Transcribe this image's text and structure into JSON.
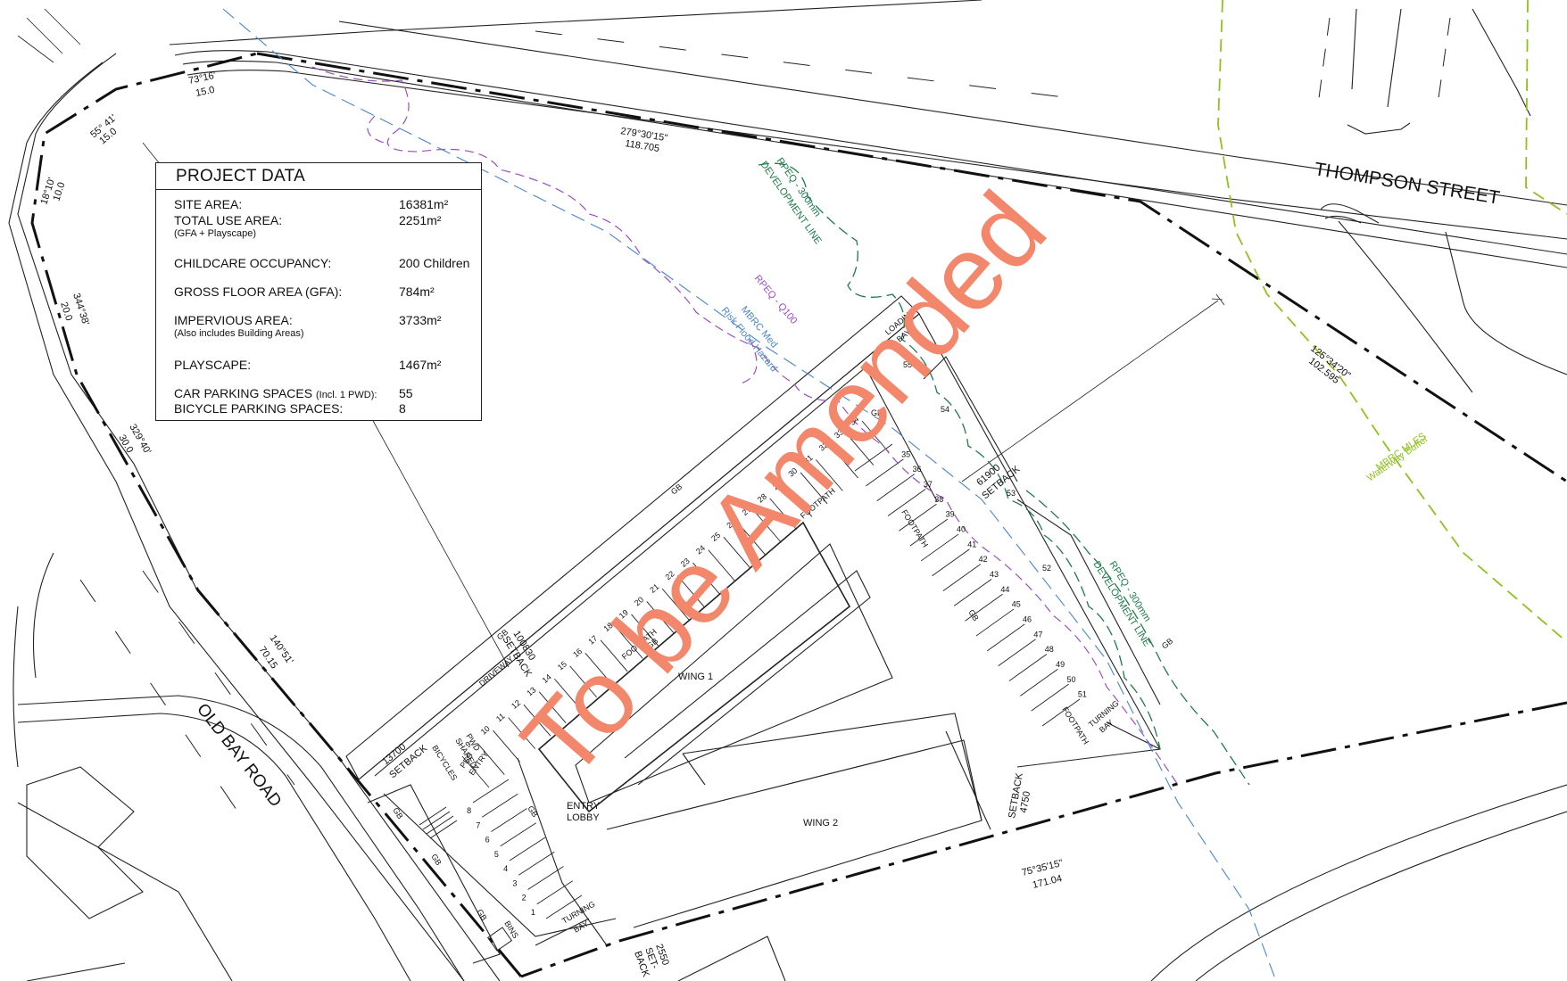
{
  "project_data": {
    "title": "PROJECT DATA",
    "rows": [
      {
        "label": "SITE AREA:",
        "value": "16381m²",
        "note": ""
      },
      {
        "label": "TOTAL USE AREA:",
        "value": "2251m²",
        "note": "(GFA + Playscape)"
      },
      {
        "label": "CHILDCARE OCCUPANCY:",
        "value": "200 Children",
        "note": ""
      },
      {
        "label": "GROSS FLOOR AREA (GFA):",
        "value": "784m²",
        "note": ""
      },
      {
        "label": "IMPERVIOUS AREA:",
        "value": "3733m²",
        "note": "(Also includes Building Areas)"
      },
      {
        "label": "PLAYSCAPE:",
        "value": "1467m²",
        "note": ""
      },
      {
        "label": "CAR PARKING SPACES",
        "label_small": "(Incl. 1 PWD):",
        "value": "55",
        "note": ""
      },
      {
        "label": "BICYCLE PARKING SPACES:",
        "value": "8",
        "note": ""
      }
    ]
  },
  "streets": {
    "thompson": "THOMPSON STREET",
    "old_bay": "OLD BAY ROAD"
  },
  "watermark": "To be Amended",
  "boundary_labels": [
    {
      "bearing": "73°16'",
      "distance": "15.0"
    },
    {
      "bearing": "55° 41'",
      "distance": "15.0"
    },
    {
      "bearing": "18°10'",
      "distance": "10.0"
    },
    {
      "bearing": "344°38'",
      "distance": "20.0"
    },
    {
      "bearing": "329°40'",
      "distance": "30.0"
    },
    {
      "bearing": "140°51'",
      "distance": "70.15"
    },
    {
      "bearing": "279°30'15\"",
      "distance": "118.705"
    },
    {
      "bearing": "125°34'20\"",
      "distance": "102.595"
    },
    {
      "bearing": "75°35'15\"",
      "distance": "171.04"
    }
  ],
  "overlays": {
    "rpeq_dev_1": "RPEQ - 300mm",
    "rpeq_dev_1b": "DEVELOPMENT LINE",
    "rpeq_dev_2": "RPEQ - 300mm",
    "rpeq_dev_2b": "DEVELOPMENT LINE",
    "rpeq_q100": "RPEQ - Q100",
    "mbrc_med": "MBRC Med",
    "mbrc_med_b": "Risk Flood Hazard",
    "mbrc_mles": "MBRC MLES",
    "mbrc_mles_b": "Waterway Buffer"
  },
  "building": {
    "wing1": "WING 1",
    "wing2": "WING 2",
    "entry_lobby_1": "ENTRY",
    "entry_lobby_2": "LOBBY",
    "ped_entry_1": "PED",
    "ped_entry_2": "ENTRY"
  },
  "site_labels": {
    "driveway": "DRIVEWAY",
    "footpath": "FOOTPATH",
    "gb": "GB",
    "loading_1": "LOADING",
    "loading_2": "BAY",
    "turning_1": "TURNING",
    "turning_2": "BAY",
    "bins": "BINS",
    "shared": "SHARED",
    "pwd": "PWD",
    "bicycles": "BICYCLES"
  },
  "setbacks": [
    {
      "value": "100830",
      "word": "SETBACK"
    },
    {
      "value": "13700",
      "word": "SETBACK"
    },
    {
      "value": "61900",
      "word": "SETBACK"
    },
    {
      "value": "4750",
      "word": "SETBACK"
    },
    {
      "value": "2550",
      "word": "SET-",
      "word2": "BACK"
    }
  ],
  "parking_numbers": {
    "row_a": [
      "9",
      "10",
      "11",
      "12",
      "13",
      "14",
      "15",
      "16",
      "17",
      "18",
      "19",
      "20",
      "21",
      "22",
      "23",
      "24",
      "25",
      "26",
      "27",
      "28",
      "29",
      "30",
      "31",
      "32",
      "33",
      "34"
    ],
    "row_b": [
      "35",
      "36",
      "37",
      "38",
      "39",
      "40",
      "41",
      "42",
      "43",
      "44",
      "45",
      "46",
      "47",
      "48",
      "49",
      "50",
      "51"
    ],
    "row_c": [
      "1",
      "2",
      "3",
      "4",
      "5",
      "6",
      "7",
      "8"
    ],
    "row_d": [
      "52",
      "53",
      "54",
      "55"
    ]
  },
  "colors": {
    "line": "#222222",
    "dev_line": "#1e7a4a",
    "q100": "#9b4fc2",
    "flood": "#4a86c8",
    "mles": "#8fc21e",
    "watermark": "#f2876b"
  }
}
